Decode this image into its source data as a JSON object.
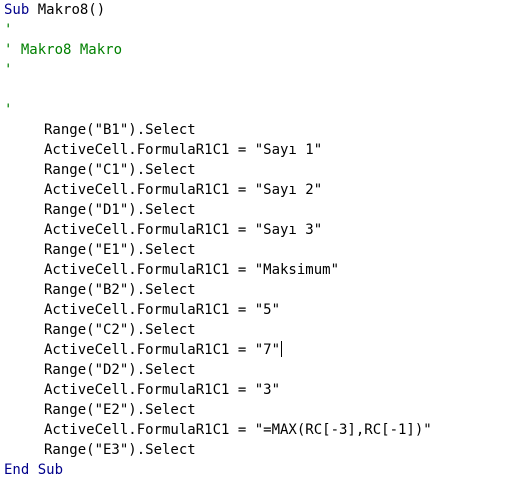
{
  "colors": {
    "keyword": "#00008b",
    "comment": "#008000",
    "text": "#000000",
    "background": "#ffffff"
  },
  "code": {
    "sub_keyword": "Sub",
    "sub_name": "Makro8()",
    "comment_blank_1": "'",
    "comment_title": "' Makro8 Makro",
    "comment_blank_2": "'",
    "comment_blank_3": "'",
    "lines": [
      "Range(\"B1\").Select",
      "ActiveCell.FormulaR1C1 = \"Sayı 1\"",
      "Range(\"C1\").Select",
      "ActiveCell.FormulaR1C1 = \"Sayı 2\"",
      "Range(\"D1\").Select",
      "ActiveCell.FormulaR1C1 = \"Sayı 3\"",
      "Range(\"E1\").Select",
      "ActiveCell.FormulaR1C1 = \"Maksimum\"",
      "Range(\"B2\").Select",
      "ActiveCell.FormulaR1C1 = \"5\"",
      "Range(\"C2\").Select",
      "ActiveCell.FormulaR1C1 = \"7\"",
      "Range(\"D2\").Select",
      "ActiveCell.FormulaR1C1 = \"3\"",
      "Range(\"E2\").Select",
      "ActiveCell.FormulaR1C1 = \"=MAX(RC[-3],RC[-1])\"",
      "Range(\"E3\").Select"
    ],
    "end_sub": "End Sub"
  }
}
